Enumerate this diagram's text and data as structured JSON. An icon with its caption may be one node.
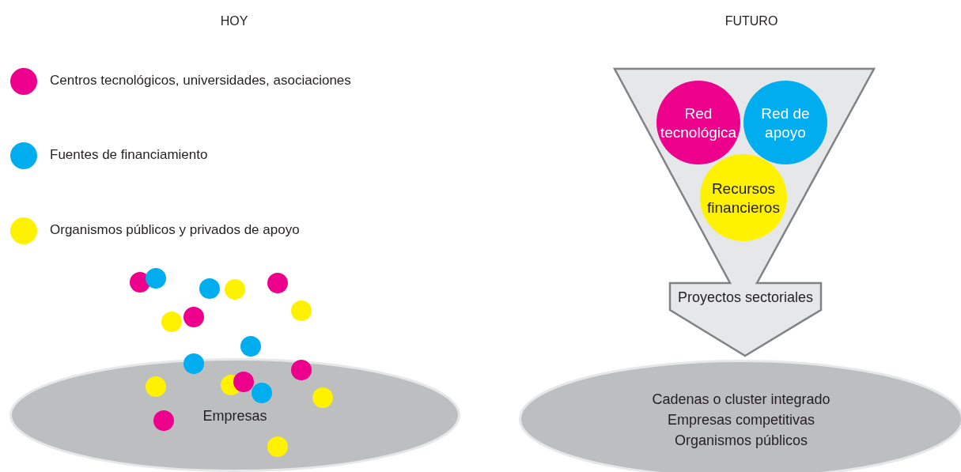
{
  "diagram": {
    "nodes": [
      {
        "text": [
          "Empresas"
        ]
      },
      {
        "text": [
          "Proyectos sectoriales"
        ]
      },
      {
        "text": [
          "Red tecnológica"
        ],
        "in": 1
      },
      {
        "text": [
          "Red de apoyo"
        ],
        "in": 1
      },
      {
        "text": [
          "Recursos financieros"
        ],
        "in": 1
      },
      {
        "text": [
          "Cadenas o cluster integrado",
          "Empresas competitivas",
          "Organismos públicos"
        ]
      }
    ],
    "labels": [
      "HOY",
      "FUTURO"
    ],
    "legend": [
      {
        "text": "Centros tecnológicos, universidades, asociaciones",
        "color": "#ec008c"
      },
      {
        "text": "Fuentes de financiamiento",
        "color": "#00aeef"
      },
      {
        "text": "Organismos públicos y privados de apoyo",
        "color": "#fff200"
      }
    ]
  }
}
